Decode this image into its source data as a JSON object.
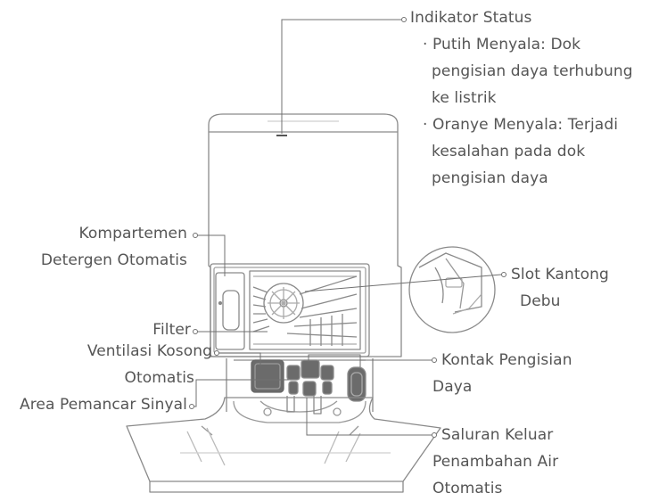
{
  "labels": {
    "status_indicator": {
      "title": "Indikator Status",
      "white": [
        "· Putih Menyala: Dok",
        "pengisian daya terhubung",
        "ke listrik"
      ],
      "orange": [
        "· Oranye Menyala: Terjadi",
        "kesalahan pada dok",
        "pengisian daya"
      ]
    },
    "detergent": [
      "Kompartemen",
      "Detergen Otomatis"
    ],
    "dust_bag": [
      "Slot Kantong",
      "Debu"
    ],
    "filter": "Filter",
    "vent": [
      "Ventilasi Kosong",
      "Otomatis"
    ],
    "signal_area": "Area Pemancar Sinyal",
    "charging_contacts": [
      "Kontak Pengisian",
      "Daya"
    ],
    "water_outlet": [
      "Saluran Keluar",
      "Penambahan Air",
      "Otomatis"
    ]
  },
  "colors": {
    "text": "#555555",
    "line": "#707070",
    "outline": "#888888",
    "dark_part": "#6b6b6b"
  }
}
